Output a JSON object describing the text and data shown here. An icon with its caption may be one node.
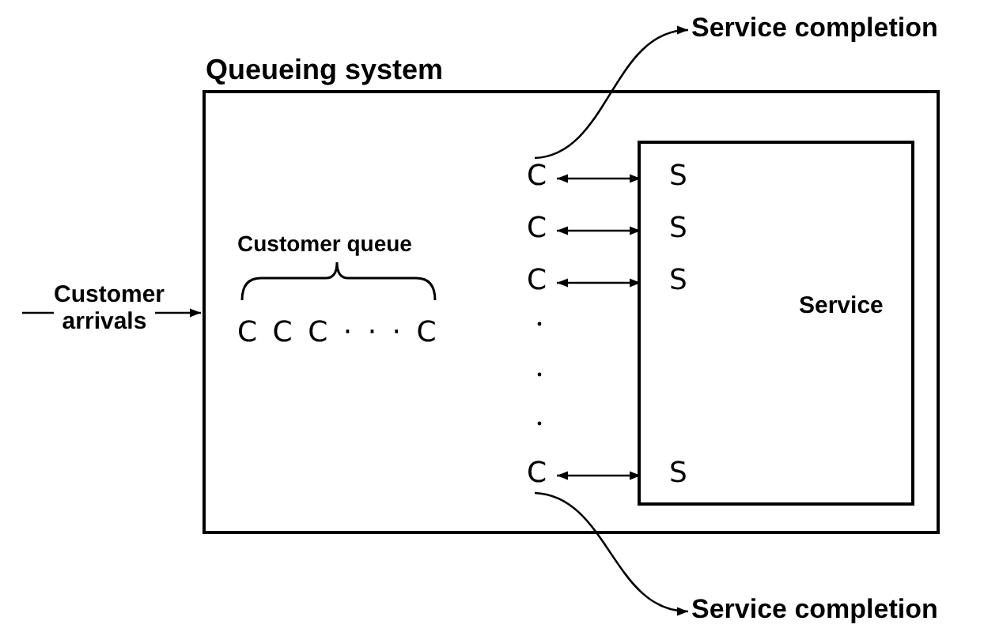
{
  "diagram": {
    "nodes": [
      {
        "text": [
          "Service completion"
        ]
      },
      {
        "text": [
          "Queueing system"
        ]
      },
      {
        "text": [
          "C"
        ],
        "in": 1
      },
      {
        "text": [
          "C"
        ],
        "in": 1
      },
      {
        "text": [
          "C"
        ],
        "in": 1
      },
      {
        "text": [
          "C"
        ],
        "in": 1
      },
      {
        "text": [
          "Service"
        ],
        "in": 1
      },
      {
        "text": [
          "S"
        ],
        "in": 6
      },
      {
        "text": [
          "S"
        ],
        "in": 6
      },
      {
        "text": [
          "S"
        ],
        "in": 6
      },
      {
        "text": [
          "S"
        ],
        "in": 6
      },
      {
        "text": [
          "Service completion"
        ]
      }
    ],
    "edges": [
      {
        "from": null,
        "to": 1,
        "arrow": "to",
        "label": "Customer arrivals"
      },
      {
        "from": 2,
        "to": 0,
        "arrow": "to"
      },
      {
        "from": 2,
        "to": 7,
        "arrow": "both"
      },
      {
        "from": 3,
        "to": 8,
        "arrow": "both"
      },
      {
        "from": 4,
        "to": 9,
        "arrow": "both"
      },
      {
        "from": 5,
        "to": 10,
        "arrow": "both"
      },
      {
        "from": 5,
        "to": 11,
        "arrow": "to"
      }
    ],
    "labels": [
      "Customer queue",
      "C C C · · · C"
    ]
  }
}
